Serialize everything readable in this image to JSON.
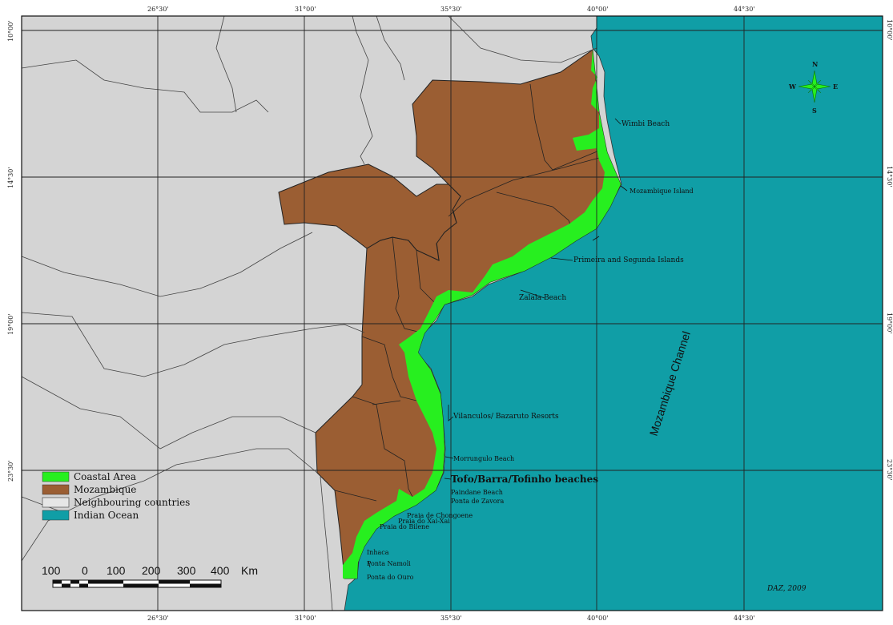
{
  "colors": {
    "coastal": "#27ef1f",
    "mozambique": "#9b5e33",
    "neighbours": "#d4d4d4",
    "ocean": "#109ea6",
    "border": "#222222"
  },
  "grid": {
    "top_ticks": [
      "26°30'",
      "31°00'",
      "35°30'",
      "40°00'",
      "44°30'"
    ],
    "bottom_ticks": [
      "26°30'",
      "31°00'",
      "35°30'",
      "40°00'",
      "44°30'"
    ],
    "left_ticks": [
      "10°00'",
      "14°30'",
      "19°00'",
      "23°30'"
    ],
    "right_ticks": [
      "10°00'",
      "14°30'",
      "19°00'",
      "23°30'"
    ]
  },
  "places": [
    {
      "id": "wimbi",
      "text": "Wimbi Beach"
    },
    {
      "id": "mozisland",
      "text": "Mozambique Island"
    },
    {
      "id": "primeira",
      "text": "Primeira and Segunda Islands"
    },
    {
      "id": "zalala",
      "text": "Zalala Beach"
    },
    {
      "id": "vilanculos",
      "text": "Vilanculos/ Bazaruto Resorts"
    },
    {
      "id": "morrungulo",
      "text": "Morrungulo Beach"
    },
    {
      "id": "tofo",
      "text": "Tofo/Barra/Tofinho beaches"
    },
    {
      "id": "paindane",
      "text": "Paindane Beach"
    },
    {
      "id": "zavora",
      "text": "Ponta de Zavora"
    },
    {
      "id": "chongoene",
      "text": "Praia de Chongoene"
    },
    {
      "id": "xaixai",
      "text": "Praia do Xai-Xai"
    },
    {
      "id": "bilene",
      "text": "Praia do Bilene"
    },
    {
      "id": "inhaca",
      "text": "Inhaca"
    },
    {
      "id": "namoli",
      "text": "Ponta Namoli"
    },
    {
      "id": "ouro",
      "text": "Ponta do Ouro"
    }
  ],
  "channel_label": "Mozambique Channel",
  "legend": [
    {
      "id": "coastal",
      "label": "Coastal Area"
    },
    {
      "id": "moz",
      "label": "Mozambique"
    },
    {
      "id": "neigh",
      "label": "Neighbouring countries"
    },
    {
      "id": "ocean",
      "label": "Indian Ocean"
    }
  ],
  "scalebar": {
    "labels": [
      "100",
      "0",
      "100",
      "200",
      "300",
      "400"
    ],
    "unit": "Km"
  },
  "compass": {
    "n": "N",
    "s": "S",
    "e": "E",
    "w": "W"
  },
  "credit": "DAZ, 2009"
}
